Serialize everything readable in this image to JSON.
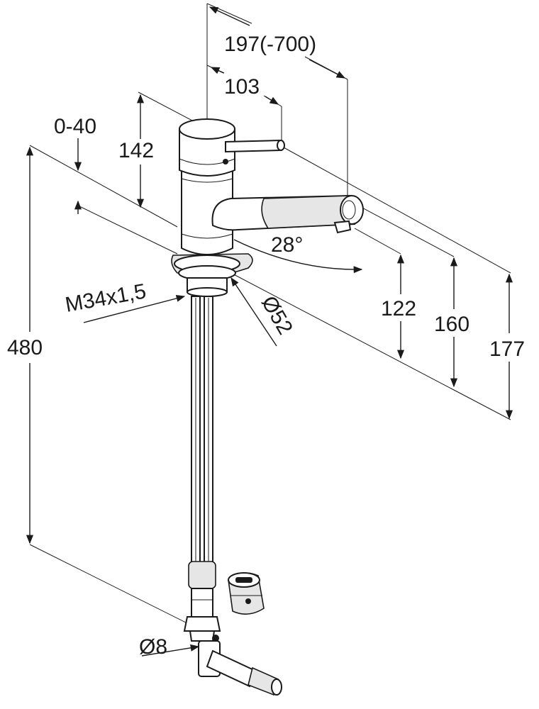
{
  "dimensions": {
    "reach": "197(-700)",
    "lever_reach": "103",
    "deck_thickness": "0-40",
    "lever_height": "142",
    "spout_angle": "28°",
    "thread": "M34x1,5",
    "base_diameter": "Ø52",
    "hose_length": "480",
    "outlet_height": "122",
    "spout_top_height": "160",
    "overall_height": "177",
    "pipe_diameter": "Ø8"
  }
}
